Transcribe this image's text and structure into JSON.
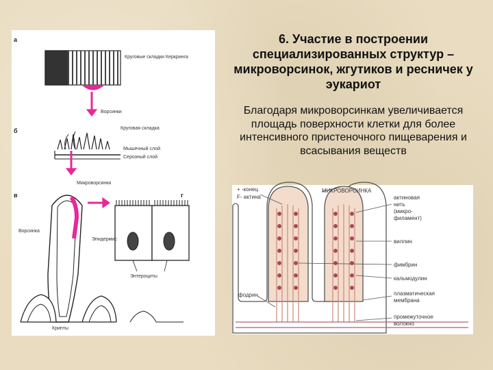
{
  "slide": {
    "title": "6. Участие в построении специализированных структур – микроворсинок, жгутиков и ресничек у эукариот",
    "body": "Благодаря микроворсинкам увеличивается площадь поверхности клетки для более интенсивного пристеночного пищеварения и всасывания веществ"
  },
  "left_figure": {
    "marker_a": "а",
    "marker_b": "б",
    "marker_c": "в",
    "marker_d": "г",
    "labels": {
      "folds": "Круговые складки Керкринга",
      "villi": "Ворсинки",
      "circular_fold": "Круговая складка",
      "muscle_layer": "Мышечный слой",
      "serous_layer": "Серозный слой",
      "microvilli": "Микроворсинки",
      "villus": "Ворсинка",
      "mucosa": "Эпидермис",
      "enterocytes": "Энтероциты",
      "crypts": "Крипты"
    },
    "colors": {
      "highlight": "#e8289a",
      "arrow": "#e8289a",
      "ink": "#222222"
    }
  },
  "right_figure": {
    "labels": {
      "plus_end": "+ -конец",
      "f_actin": "F- актина",
      "microvillus": "МИКРОВОРСИНКА",
      "actin_filament_1": "актиновая",
      "actin_filament_2": "нить",
      "actin_filament_3": "(микро-",
      "actin_filament_4": "филамент)",
      "villin": "виллин",
      "fimbrin": "фимбрин",
      "calmodulin": "кальмодулин",
      "membrane_1": "плазматическая",
      "membrane_2": "мембрана",
      "fodrin": "фодрин",
      "intermediate_1": "промежуточное",
      "intermediate_2": "волокно"
    },
    "colors": {
      "villus_fill": "#f3dccc",
      "dots": "#a8485a",
      "strands": "#c98a78",
      "outline": "#555555"
    }
  }
}
